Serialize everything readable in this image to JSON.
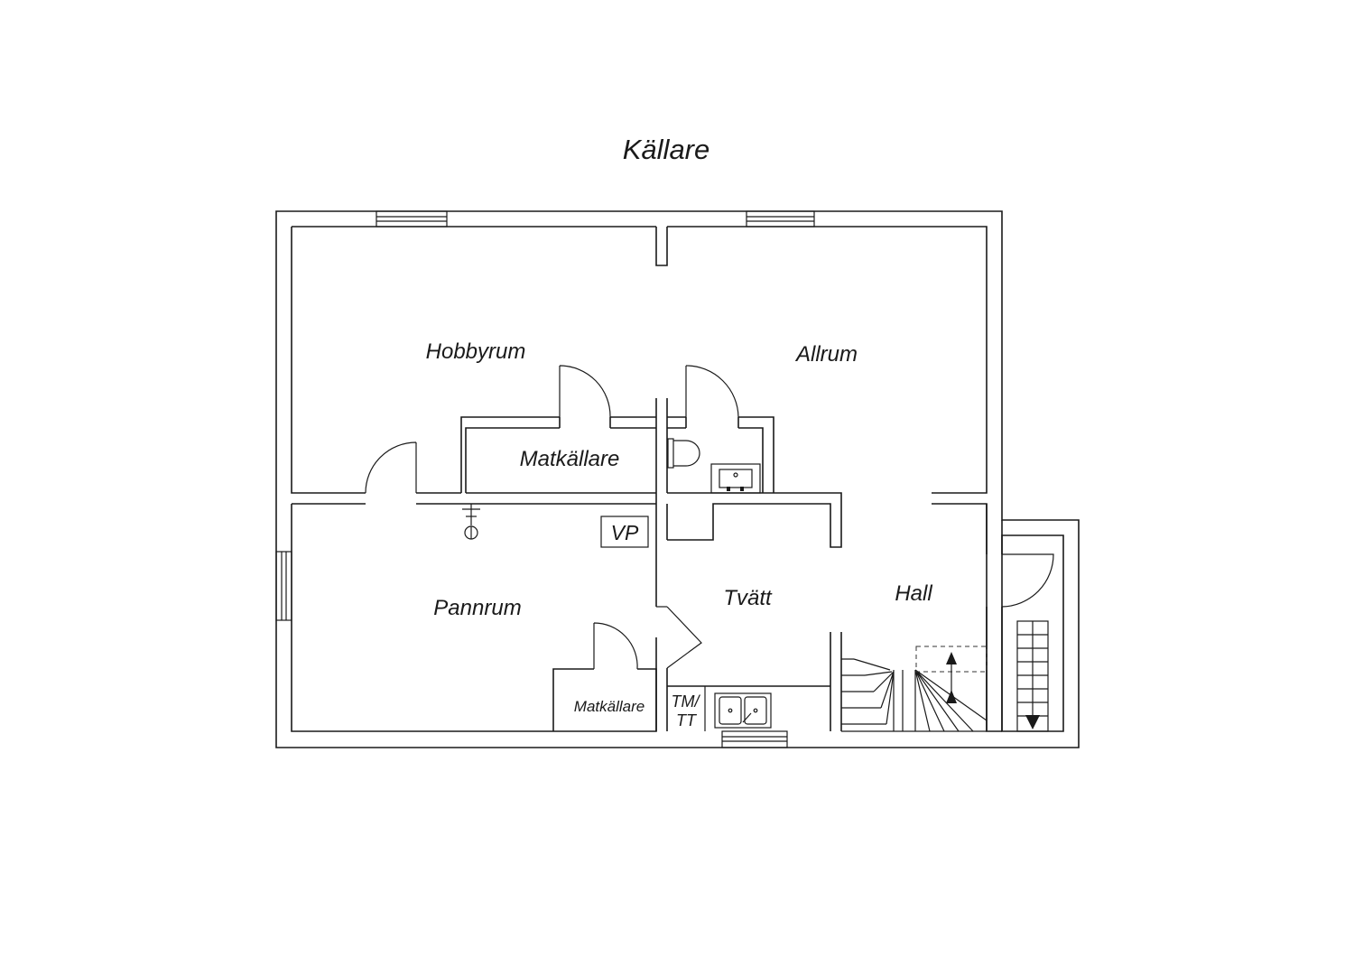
{
  "title": "Källare",
  "rooms": {
    "hobbyrum": "Hobbyrum",
    "allrum": "Allrum",
    "matkallare_upper": "Matkällare",
    "pannrum": "Pannrum",
    "vp": "VP",
    "tvatt": "Tvätt",
    "hall": "Hall",
    "matkallare_lower": "Matkällare",
    "tm_line1": "TM/",
    "tm_line2": "TT"
  }
}
